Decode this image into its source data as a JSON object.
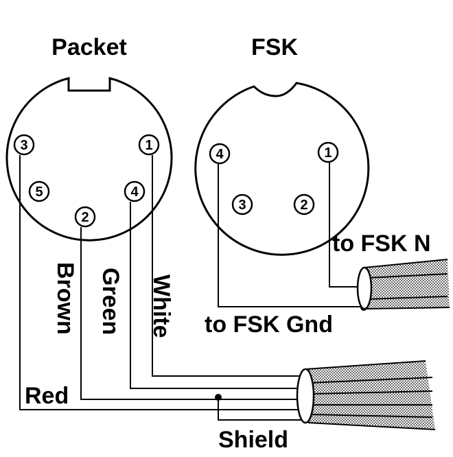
{
  "diagram": {
    "packet_title": "Packet",
    "fsk_title": "FSK",
    "packet_pins": [
      "1",
      "2",
      "3",
      "4",
      "5"
    ],
    "fsk_pins": [
      "1",
      "2",
      "3",
      "4"
    ],
    "wire_labels": {
      "brown": "Brown",
      "green": "Green",
      "white": "White",
      "red": "Red"
    },
    "labels": {
      "to_fsk_n": "to FSK N",
      "to_fsk_gnd": "to FSK Gnd",
      "shield": "Shield"
    }
  }
}
